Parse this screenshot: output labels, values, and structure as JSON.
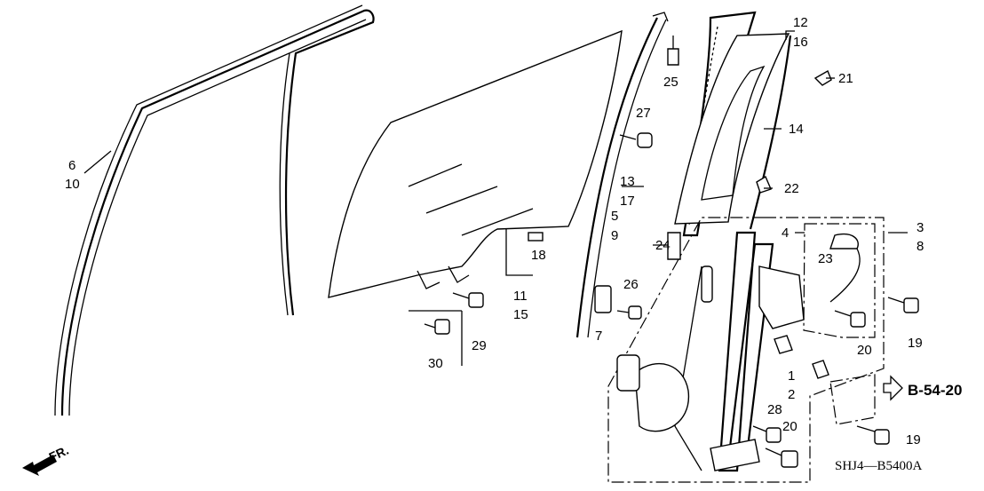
{
  "diagram": {
    "callouts": {
      "c6": "6",
      "c10": "10",
      "c11": "11",
      "c15": "15",
      "c18": "18",
      "c29": "29",
      "c30": "30",
      "c5": "5",
      "c9": "9",
      "c7": "7",
      "c26": "26",
      "c25": "25",
      "c27": "27",
      "c13": "13",
      "c17": "17",
      "c12": "12",
      "c16": "16",
      "c21": "21",
      "c14": "14",
      "c22": "22",
      "c24": "24",
      "c4": "4",
      "c23": "23",
      "c3": "3",
      "c8": "8",
      "c19a": "19",
      "c20a": "20",
      "c1": "1",
      "c2": "2",
      "c28": "28",
      "c20b": "20",
      "c19b": "19"
    },
    "reference": "B-54-20",
    "drawing_code": "SHJ4—B5400A",
    "front_indicator": "FR."
  }
}
